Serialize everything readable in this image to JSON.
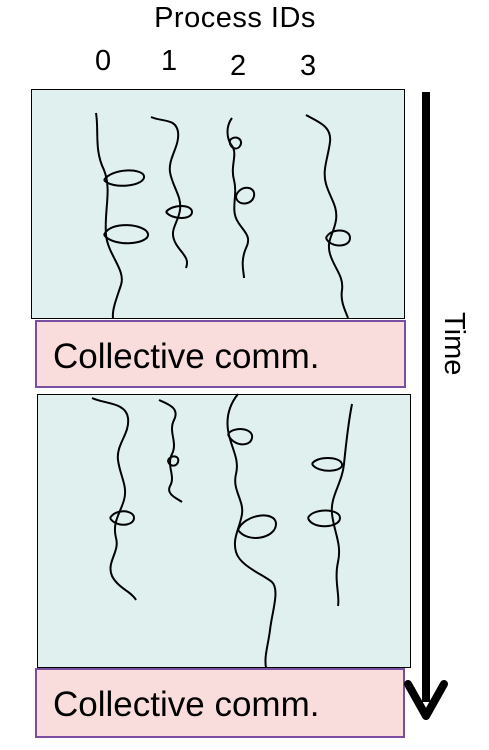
{
  "header": {
    "title": "Process  IDs",
    "process_ids": [
      "0",
      "1",
      "2",
      "3"
    ]
  },
  "phases": [
    {
      "label": "Collective comm."
    },
    {
      "label": "Collective comm."
    }
  ],
  "time_axis": {
    "label": "Time"
  },
  "colors": {
    "phase_fill": "#dff0ef",
    "comm_fill": "#f9dcdc",
    "comm_border": "#7a4fa1",
    "ink": "#000000"
  }
}
